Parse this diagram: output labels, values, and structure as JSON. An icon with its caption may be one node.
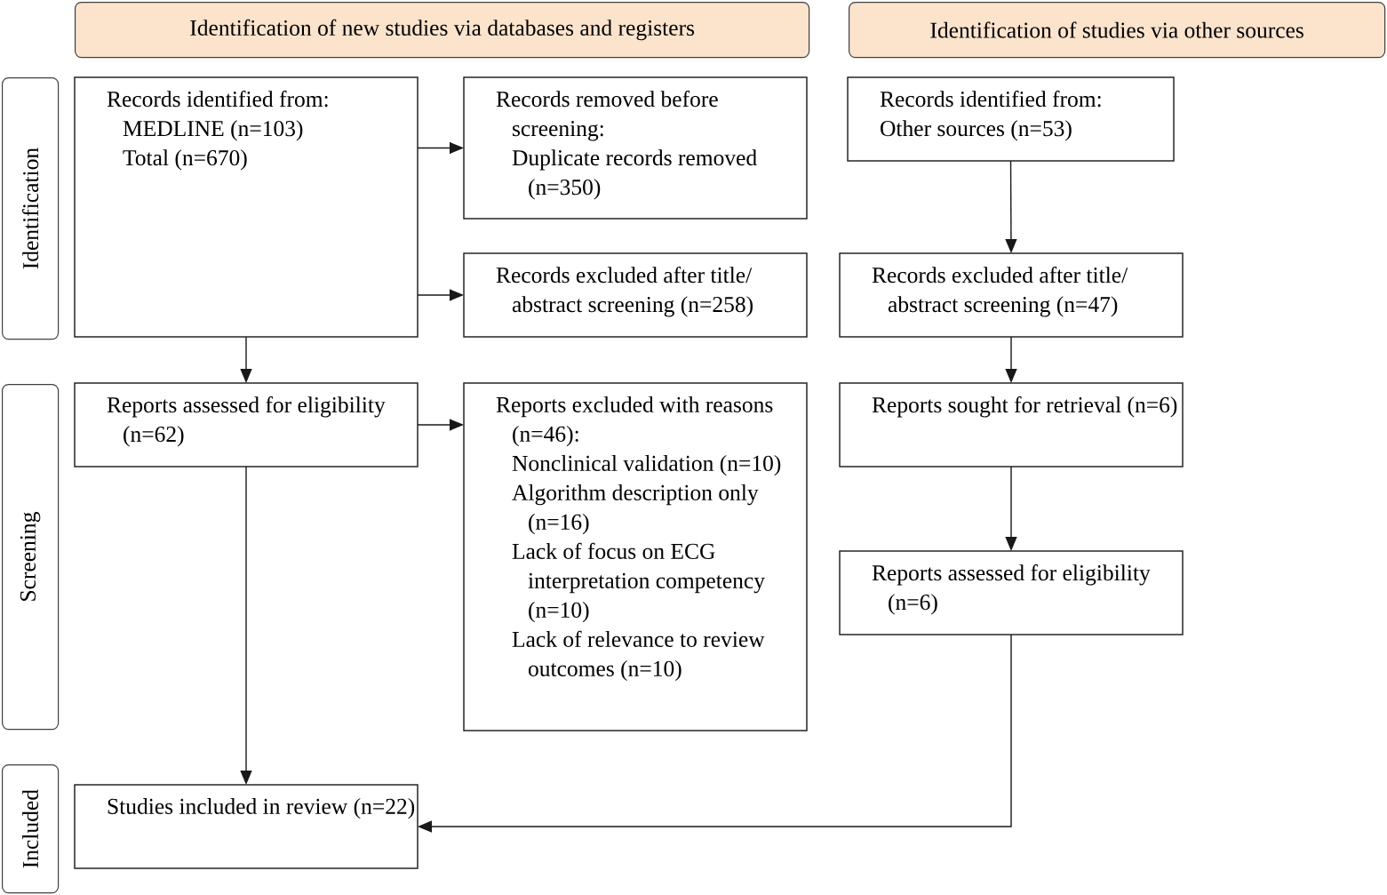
{
  "diagram": {
    "nodes": [
      {
        "text": [
          "Identification of new studies via databases and registers"
        ]
      },
      {
        "text": [
          "Identification of studies via other sources"
        ]
      },
      {
        "text": [
          "Identification"
        ]
      },
      {
        "text": [
          "Screening"
        ]
      },
      {
        "text": [
          "Included"
        ]
      },
      {
        "text": [
          "Records identified from:",
          "MEDLINE (n=103)",
          "Total (n=670)"
        ]
      },
      {
        "text": [
          "Records removed before screening:",
          "Duplicate records removed (n=350)"
        ]
      },
      {
        "text": [
          "Records excluded after title/ abstract screening (n=258)"
        ]
      },
      {
        "text": [
          "Records identified from:",
          "Other sources (n=53)"
        ]
      },
      {
        "text": [
          "Records excluded after title/ abstract screening (n=47)"
        ]
      },
      {
        "text": [
          "Reports assessed for eligibility (n=62)"
        ]
      },
      {
        "text": [
          "Reports excluded with reasons (n=46):",
          "Nonclinical validation (n=10)",
          "Algorithm description only (n=16)",
          "Lack of focus on ECG interpretation competency (n=10)",
          "Lack of relevance to review outcomes (n=10)"
        ]
      },
      {
        "text": [
          "Reports sought for retrieval (n=6)"
        ]
      },
      {
        "text": [
          "Reports assessed for eligibility (n=6)"
        ]
      },
      {
        "text": [
          "Studies included in review (n=22)"
        ]
      }
    ],
    "edges": [
      {
        "from": 5,
        "to": 6,
        "arrow": "to"
      },
      {
        "from": 5,
        "to": 7,
        "arrow": "to"
      },
      {
        "from": 5,
        "to": 10,
        "arrow": "to"
      },
      {
        "from": 10,
        "to": 11,
        "arrow": "to"
      },
      {
        "from": 10,
        "to": 14,
        "arrow": "to"
      },
      {
        "from": 8,
        "to": 9,
        "arrow": "to"
      },
      {
        "from": 9,
        "to": 12,
        "arrow": "to"
      },
      {
        "from": 12,
        "to": 13,
        "arrow": "to"
      },
      {
        "from": 13,
        "to": 14,
        "arrow": "to"
      }
    ]
  }
}
